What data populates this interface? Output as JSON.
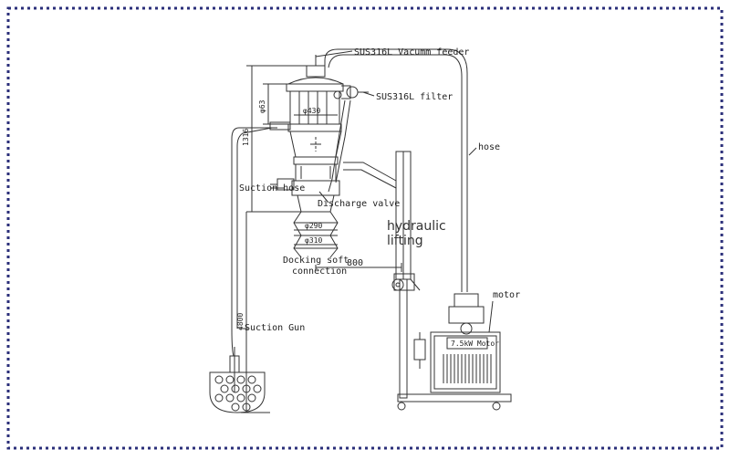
{
  "colors": {
    "border": "#2b2f7a",
    "line": "#333333"
  },
  "labels": {
    "vacuum_feeder": "SUS316L Vacumm feeder",
    "filter": "SUS316L filter",
    "hose": "hose",
    "suction_hose": "Suction hose",
    "discharge_valve": "Discharge valve",
    "hydraulic_1": "hydraulic",
    "hydraulic_2": "lifting",
    "docking_1": "Docking soft",
    "docking_2": "connection",
    "motor": "motor",
    "motor_plate": "7.5kW Motor",
    "suction_gun": "Suction Gun"
  },
  "dimensions": {
    "d63": "φ63",
    "d430": "φ430",
    "h1316": "1316",
    "d290": "φ290",
    "d310": "φ310",
    "w800": "800",
    "h4800": "4800"
  }
}
